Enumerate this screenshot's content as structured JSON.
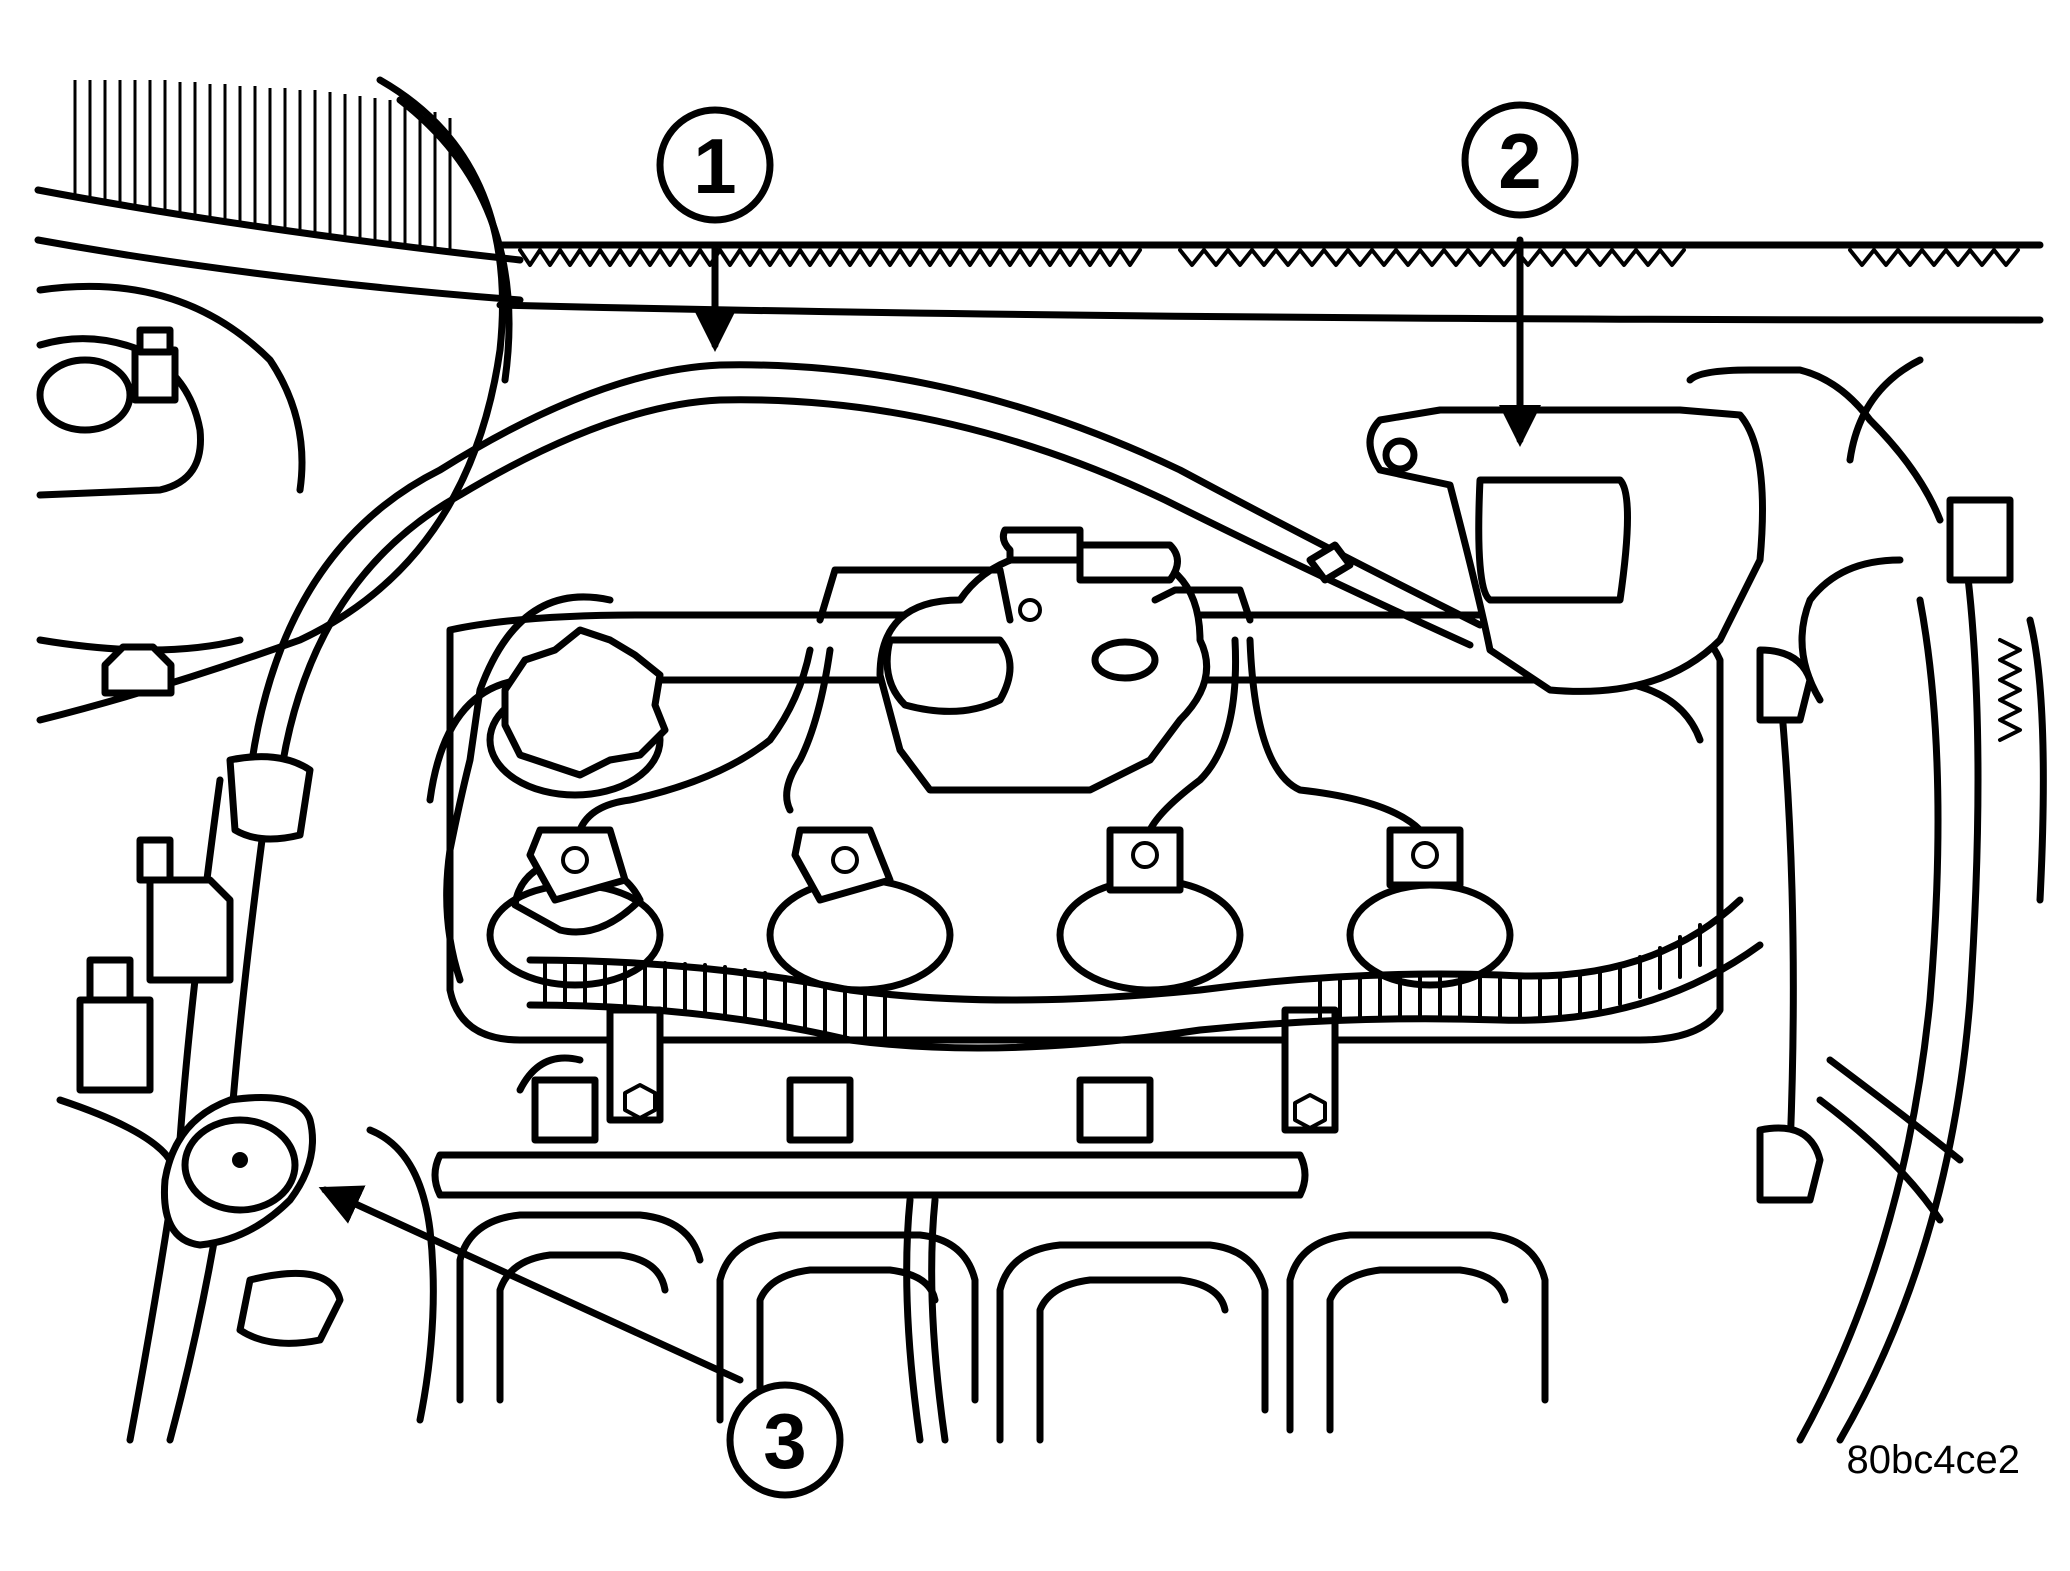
{
  "callouts": [
    {
      "number": "1"
    },
    {
      "number": "2"
    },
    {
      "number": "3"
    }
  ],
  "figure_id": "80bc4ce2"
}
